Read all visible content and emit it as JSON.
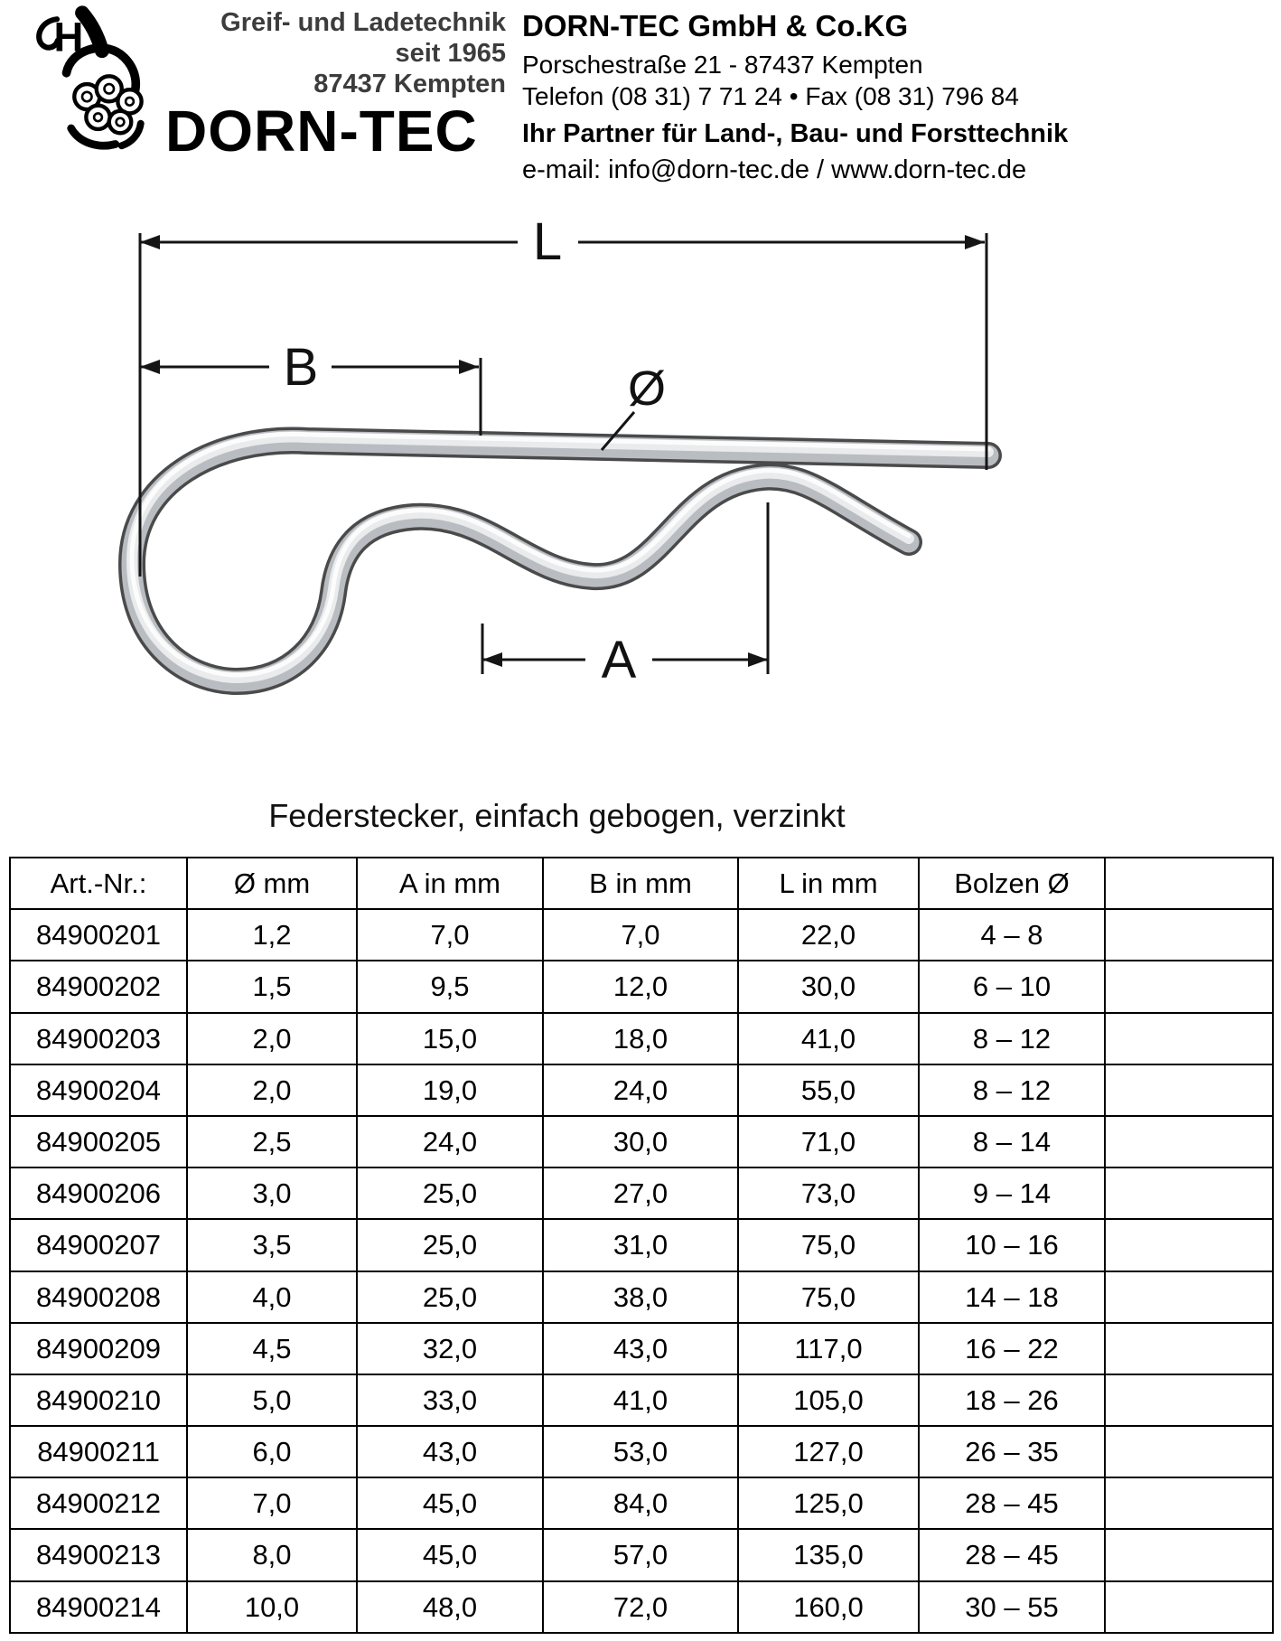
{
  "header": {
    "logo": {
      "tagline_line1": "Greif- und Ladetechnik",
      "tagline_line2": "seit 1965",
      "tagline_line3": "87437 Kempten",
      "brand": "DORN-TEC"
    },
    "company": {
      "name": "DORN-TEC GmbH & Co.KG",
      "address": "Porschestraße 21  -  87437 Kempten",
      "phone_fax": "Telefon (08 31) 7 71 24  •  Fax (08 31) 796 84",
      "slogan": "Ihr Partner für Land-, Bau- und Forsttechnik",
      "email_web": "e-mail: info@dorn-tec.de / www.dorn-tec.de"
    }
  },
  "drawing": {
    "labels": {
      "length": "L",
      "width_b": "B",
      "diameter": "Ø",
      "width_a": "A"
    }
  },
  "product": {
    "title": "Federstecker, einfach gebogen, verzinkt"
  },
  "table": {
    "headers": [
      "Art.-Nr.:",
      "Ø mm",
      "A in mm",
      "B in mm",
      "L in mm",
      "Bolzen Ø",
      ""
    ],
    "rows": [
      [
        "84900201",
        "1,2",
        "7,0",
        "7,0",
        "22,0",
        "4 – 8",
        ""
      ],
      [
        "84900202",
        "1,5",
        "9,5",
        "12,0",
        "30,0",
        "6 – 10",
        ""
      ],
      [
        "84900203",
        "2,0",
        "15,0",
        "18,0",
        "41,0",
        "8 – 12",
        ""
      ],
      [
        "84900204",
        "2,0",
        "19,0",
        "24,0",
        "55,0",
        "8 – 12",
        ""
      ],
      [
        "84900205",
        "2,5",
        "24,0",
        "30,0",
        "71,0",
        "8 – 14",
        ""
      ],
      [
        "84900206",
        "3,0",
        "25,0",
        "27,0",
        "73,0",
        "9 – 14",
        ""
      ],
      [
        "84900207",
        "3,5",
        "25,0",
        "31,0",
        "75,0",
        "10 – 16",
        ""
      ],
      [
        "84900208",
        "4,0",
        "25,0",
        "38,0",
        "75,0",
        "14 – 18",
        ""
      ],
      [
        "84900209",
        "4,5",
        "32,0",
        "43,0",
        "117,0",
        "16 – 22",
        ""
      ],
      [
        "84900210",
        "5,0",
        "33,0",
        "41,0",
        "105,0",
        "18 – 26",
        ""
      ],
      [
        "84900211",
        "6,0",
        "43,0",
        "53,0",
        "127,0",
        "26 – 35",
        ""
      ],
      [
        "84900212",
        "7,0",
        "45,0",
        "84,0",
        "125,0",
        "28 – 45",
        ""
      ],
      [
        "84900213",
        "8,0",
        "45,0",
        "57,0",
        "135,0",
        "28 – 45",
        ""
      ],
      [
        "84900214",
        "10,0",
        "48,0",
        "72,0",
        "160,0",
        "30 – 55",
        ""
      ]
    ]
  }
}
